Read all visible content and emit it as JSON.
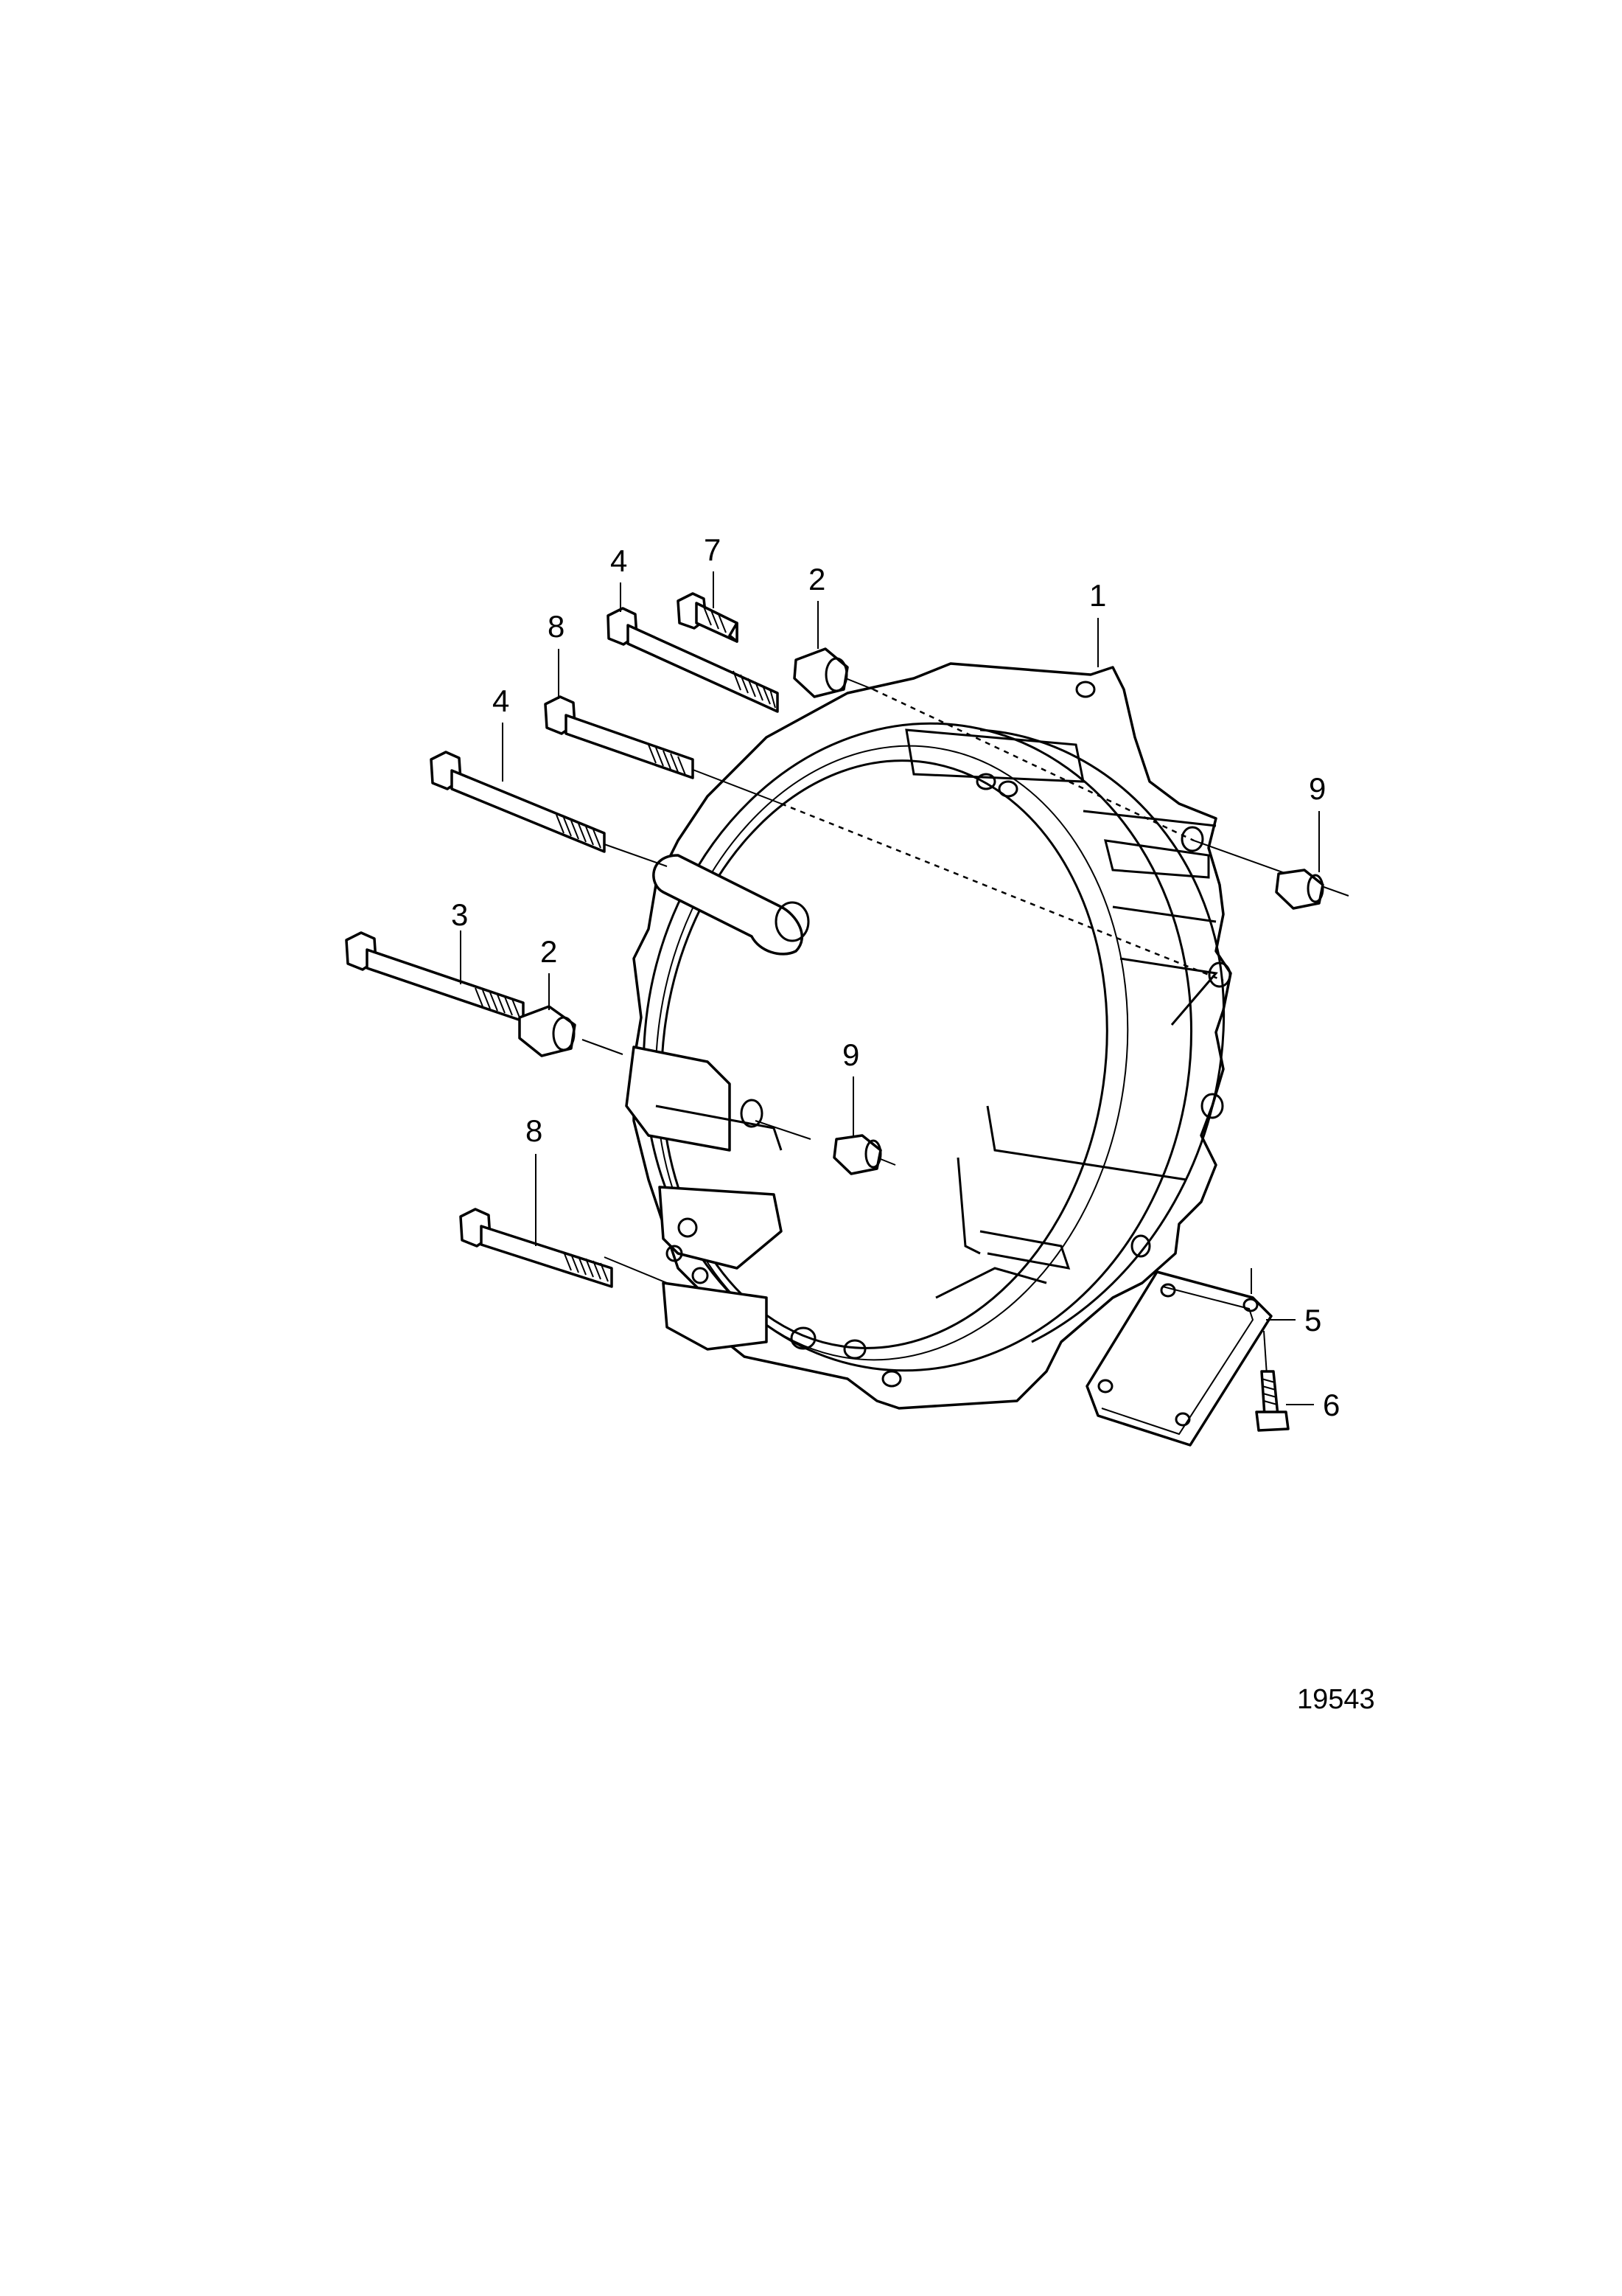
{
  "diagram": {
    "figure_number": "19543",
    "callouts": [
      {
        "id": "c1",
        "label": "1",
        "part": "flywheel-housing"
      },
      {
        "id": "c2a",
        "label": "2",
        "part": "sleeve"
      },
      {
        "id": "c2b",
        "label": "2",
        "part": "sleeve"
      },
      {
        "id": "c3",
        "label": "3",
        "part": "flange-screw"
      },
      {
        "id": "c4a",
        "label": "4",
        "part": "flange-screw"
      },
      {
        "id": "c4b",
        "label": "4",
        "part": "flange-screw"
      },
      {
        "id": "c5",
        "label": "5",
        "part": "cover-plate"
      },
      {
        "id": "c6",
        "label": "6",
        "part": "screw"
      },
      {
        "id": "c7",
        "label": "7",
        "part": "flange-screw"
      },
      {
        "id": "c8a",
        "label": "8",
        "part": "flange-screw"
      },
      {
        "id": "c8b",
        "label": "8",
        "part": "flange-screw"
      },
      {
        "id": "c9a",
        "label": "9",
        "part": "guide-pin"
      },
      {
        "id": "c9b",
        "label": "9",
        "part": "guide-pin"
      }
    ]
  },
  "colors": {
    "line": "#000000",
    "background": "#ffffff"
  }
}
